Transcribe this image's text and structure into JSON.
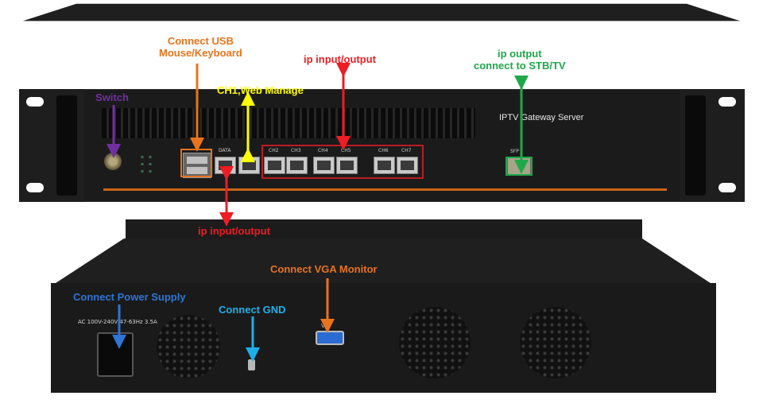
{
  "front_panel": {
    "product_name": "IPTV Gateway Server",
    "port_labels": {
      "data": "DATA",
      "ch2": "CH2",
      "ch3": "CH3",
      "ch4": "CH4",
      "ch5": "CH5",
      "ch6": "CH6",
      "ch7": "CH7",
      "sfp": "SFP"
    }
  },
  "rear_panel": {
    "power_rating": "AC 100V-240V 47-63Hz 3.5A",
    "vga_port_label": "V"
  },
  "annotations": {
    "usb": "Connect USB\nMouse/Keyboard",
    "ip_io_top": "ip input/output",
    "ip_out": "ip output\nconnect to STB/TV",
    "switch": "Switch",
    "ch1": "CH1,Web Manage",
    "ip_io_bottom": "ip input/output",
    "vga": "Connect VGA Monitor",
    "power": "Connect Power Supply",
    "gnd": "Connect GND"
  },
  "colors": {
    "orange": "#e8731c",
    "red": "#ee1c24",
    "green": "#1fa84a",
    "purple": "#7030a0",
    "yellow": "#ffff00",
    "blue": "#2e75d6",
    "light_blue": "#1cb0e8",
    "device_body": "#1c1c1c"
  }
}
